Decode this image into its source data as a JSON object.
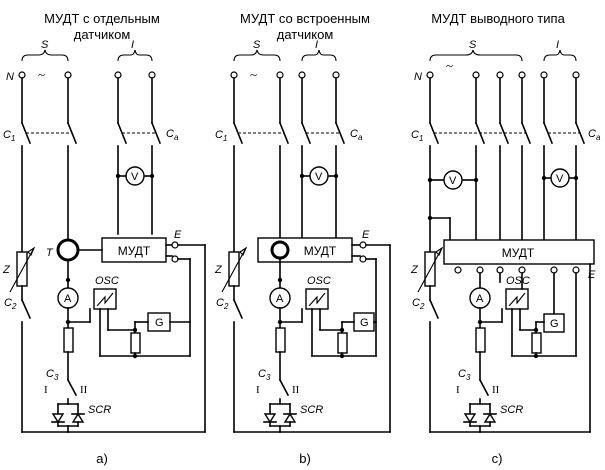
{
  "titles": {
    "a_line1": "МУДТ с отдельным",
    "a_line2": "датчиком",
    "b_line1": "МУДТ со встроенным",
    "b_line2": "датчиком",
    "c_line1": "МУДТ выводного типа"
  },
  "labels": {
    "s": "S",
    "i": "I",
    "n": "N",
    "tilde": "~",
    "c1": "C",
    "c1_sub": "1",
    "c2": "C",
    "c2_sub": "2",
    "c3": "C",
    "c3_sub": "3",
    "ca": "C",
    "ca_sub": "a",
    "z": "Z",
    "t": "T",
    "e": "E",
    "a": "A",
    "v": "V",
    "g": "G",
    "osc": "OSC",
    "scr": "SCR",
    "roman1": "I",
    "roman2": "II",
    "mudt": "МУДТ"
  },
  "captions": [
    "a)",
    "b)",
    "c)"
  ]
}
